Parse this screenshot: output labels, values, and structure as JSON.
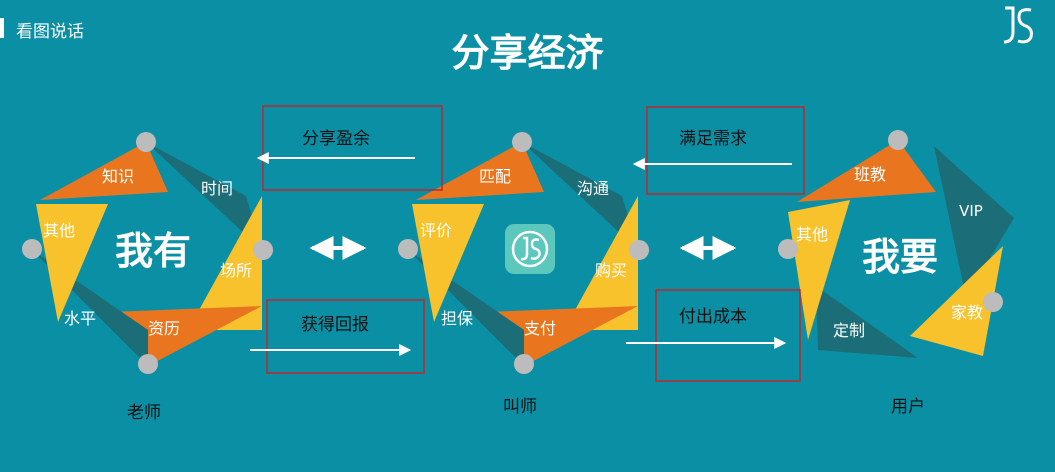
{
  "header": {
    "label": "看图说话"
  },
  "title": "分享经济",
  "logo": {
    "text": "JS",
    "icon": "js-logo-icon"
  },
  "colors": {
    "background": "#0b8fa4",
    "orange": "#e9761f",
    "yellow": "#f8c22d",
    "teal": "#1b6e78",
    "box_border": "#c0262d",
    "node": "#bcbcbc"
  },
  "left_cycle": {
    "center": "我有",
    "items": [
      "知识",
      "时间",
      "场所",
      "资历",
      "水平",
      "其他"
    ],
    "caption": "老师"
  },
  "middle_cycle": {
    "items": [
      "匹配",
      "沟通",
      "购买",
      "支付",
      "担保",
      "评价"
    ],
    "caption": "叫师",
    "icon": "js-app-icon"
  },
  "right_cycle": {
    "center": "我要",
    "items": [
      "班教",
      "VIP",
      "家教",
      "定制",
      "其他"
    ],
    "caption": "用户"
  },
  "flows": {
    "share_surplus": "分享盈余",
    "get_return": "获得回报",
    "meet_demand": "满足需求",
    "pay_cost": "付出成本"
  }
}
